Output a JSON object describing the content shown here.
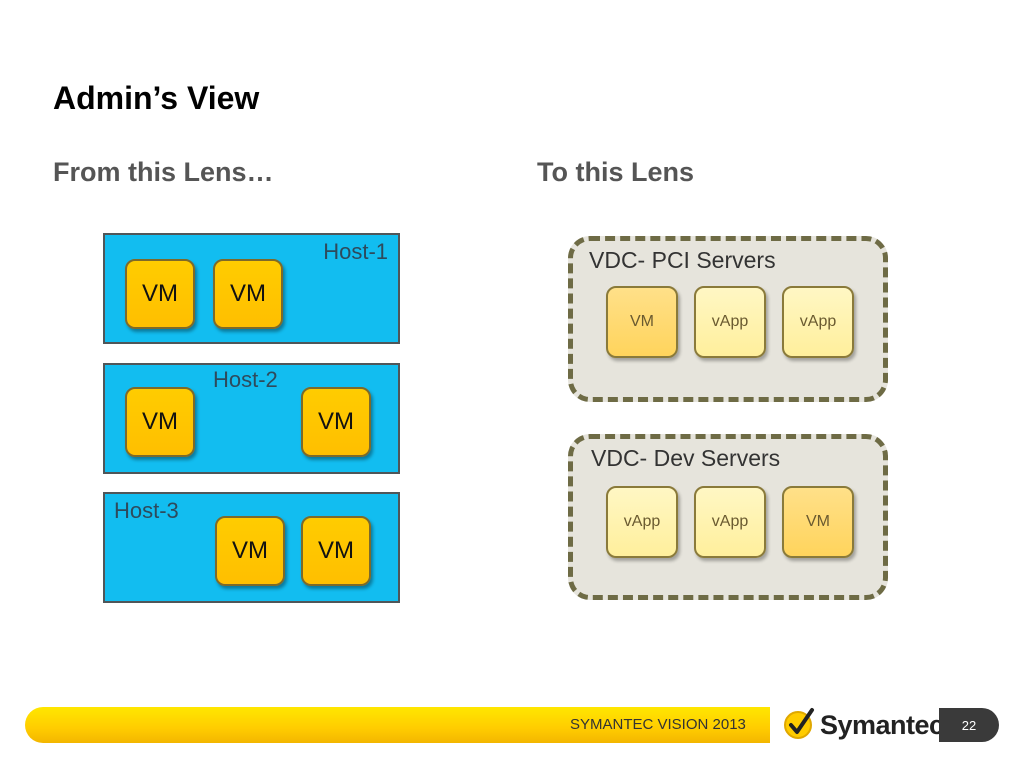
{
  "slide": {
    "title": "Admin’s View",
    "left_heading": "From this Lens…",
    "right_heading": "To this Lens",
    "page_number": "22"
  },
  "hosts": [
    {
      "label": "Host-1",
      "vms": [
        "VM",
        "VM"
      ]
    },
    {
      "label": "Host-2",
      "vms": [
        "VM",
        "VM"
      ]
    },
    {
      "label": "Host-3",
      "vms": [
        "VM",
        "VM"
      ]
    }
  ],
  "vdcs": [
    {
      "label": "VDC- PCI Servers",
      "items": [
        "VM",
        "vApp",
        "vApp"
      ]
    },
    {
      "label": "VDC- Dev Servers",
      "items": [
        "vApp",
        "vApp",
        "VM"
      ]
    }
  ],
  "footer": {
    "event_text": "SYMANTEC VISION 2013",
    "logo_text": "Symantec",
    "logo_tm": "™"
  },
  "colors": {
    "host_fill": "#12bdf0",
    "vm_fill": "#ffc600",
    "vdc_fill": "#e6e4dc",
    "vdc_border": "#6e6b45",
    "footer_bar": "#ffd200"
  },
  "icons": {
    "logo_mark": "check-circle-icon"
  }
}
